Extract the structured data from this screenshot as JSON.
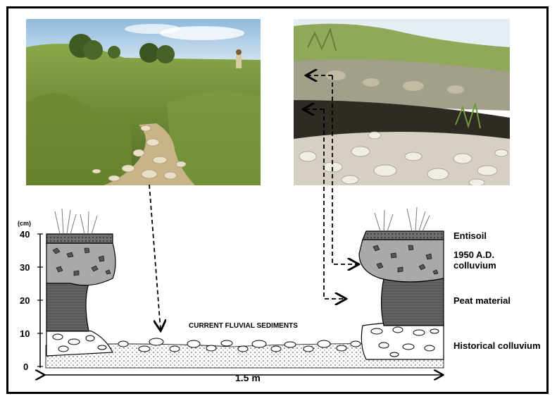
{
  "axis": {
    "unit": "(cm)",
    "ticks": [
      "40",
      "30",
      "20",
      "10",
      "0"
    ]
  },
  "layers": {
    "entisoil": "Entisoil",
    "colluvium_1950": "1950 A.D. colluvium",
    "peat": "Peat material",
    "historical": "Historical colluvium"
  },
  "channel_label": "CURRENT FLUVIAL SEDIMENTS",
  "width_label": "1.5 m",
  "colors": {
    "frame": "#000000",
    "entisoil": "#6f6f6f",
    "colluvium": "#a9a9a9",
    "peat": "#5a5a5a",
    "historical": "#ffffff",
    "grass": "#6f8f3a",
    "sky": "#bcd7ea"
  }
}
